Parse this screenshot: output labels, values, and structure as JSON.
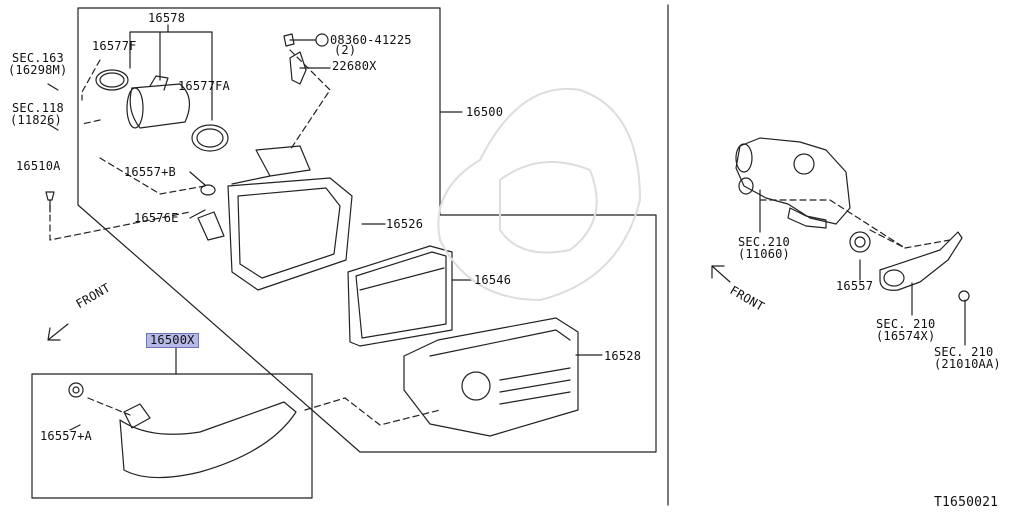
{
  "labels": {
    "p16578": "16578",
    "p16577F": "16577F",
    "p16577FA": "16577FA",
    "bolt_part": "08360-41225",
    "bolt_qty": "(2)",
    "p22680X": "22680X",
    "sec163": "SEC.163",
    "sec163_sub": "(16298M)",
    "sec118": "SEC.118",
    "sec118_sub": "(11826)",
    "p16500": "16500",
    "p16510A": "16510A",
    "p16557B": "16557+B",
    "p16576E": "16576E",
    "p16526": "16526",
    "p16546": "16546",
    "p16528": "16528",
    "p16500X": "16500X",
    "p16557A": "16557+A",
    "front_left": "FRONT",
    "front_right": "FRONT",
    "sec210a": "SEC.210",
    "sec210a_sub": "(11060)",
    "p16557": "16557",
    "sec210b": "SEC. 210",
    "sec210b_sub": "(16574X)",
    "sec210c": "SEC. 210",
    "sec210c_sub": "(21010AA)",
    "ref_code": "T1650021"
  },
  "colors": {
    "highlight": "#b6b8e6",
    "line": "#222222"
  }
}
